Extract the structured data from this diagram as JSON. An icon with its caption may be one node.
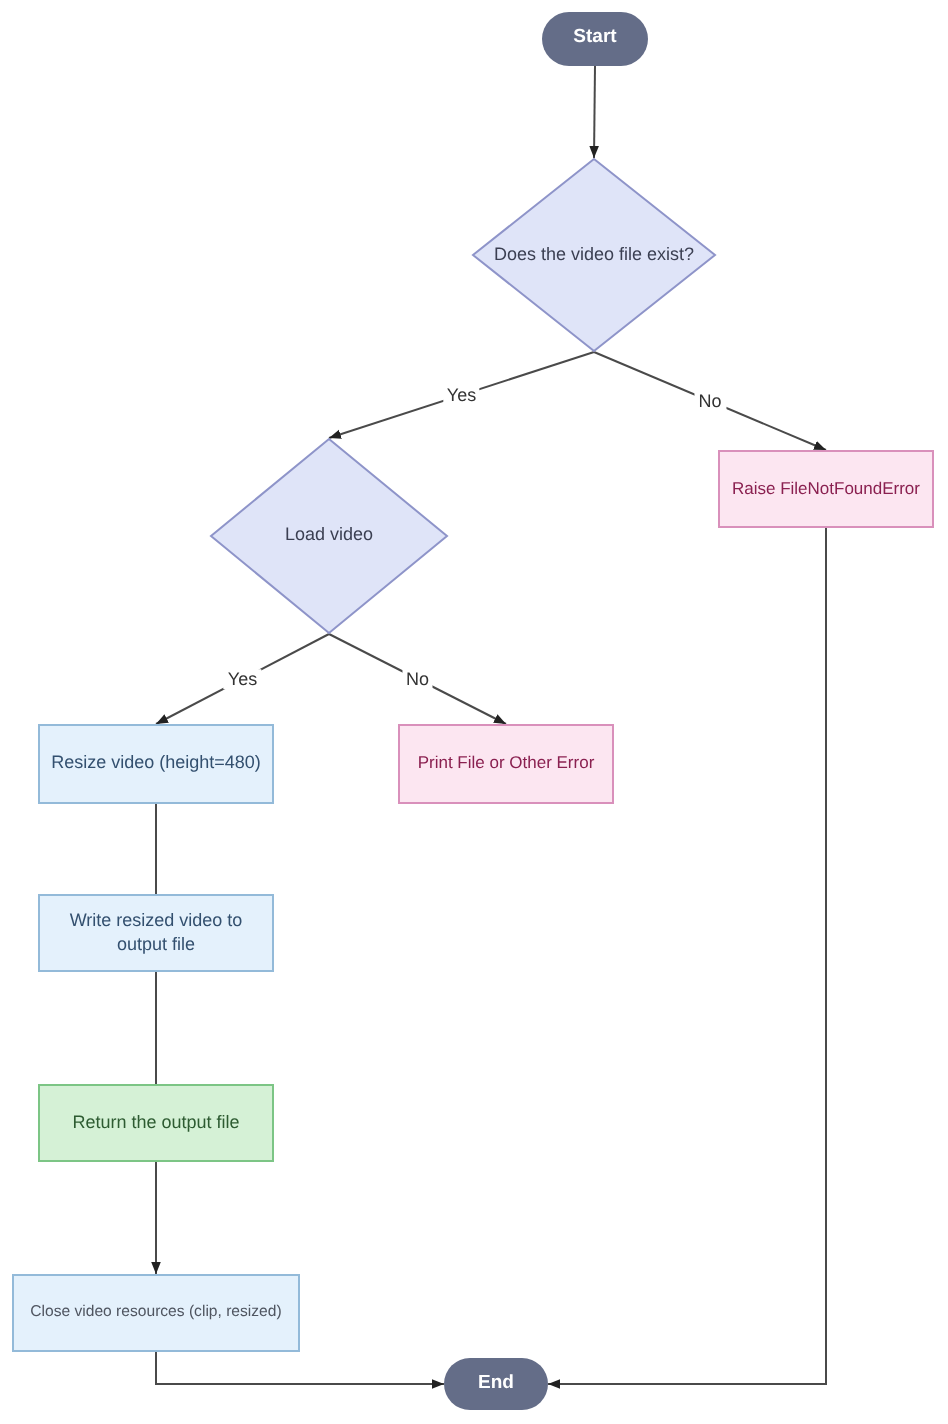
{
  "diagram": {
    "nodes": [
      {
        "text": [
          "Start"
        ]
      },
      {
        "text": [
          "Does the video file exist?"
        ]
      },
      {
        "text": [
          "Load video"
        ]
      },
      {
        "text": [
          "Raise FileNotFoundError"
        ]
      },
      {
        "text": [
          "Resize video (height=480)"
        ]
      },
      {
        "text": [
          "Print File or Other Error"
        ]
      },
      {
        "text": [
          "Write resized video to output file"
        ]
      },
      {
        "text": [
          "Return the output file"
        ]
      },
      {
        "text": [
          "Close video resources (clip, resized)"
        ]
      },
      {
        "text": [
          "End"
        ]
      }
    ],
    "edges": [
      {
        "from": 0,
        "to": 1,
        "arrow": "to"
      },
      {
        "from": 1,
        "to": 2,
        "arrow": "to",
        "label": "Yes"
      },
      {
        "from": 1,
        "to": 3,
        "arrow": "to",
        "label": "No"
      },
      {
        "from": 2,
        "to": 4,
        "arrow": "to",
        "label": "Yes"
      },
      {
        "from": 2,
        "to": 5,
        "arrow": "to",
        "label": "No"
      },
      {
        "from": 4,
        "to": 6,
        "arrow": "none"
      },
      {
        "from": 6,
        "to": 7,
        "arrow": "none"
      },
      {
        "from": 7,
        "to": 8,
        "arrow": "to"
      },
      {
        "from": 8,
        "to": 9,
        "arrow": "to"
      },
      {
        "from": 3,
        "to": 9,
        "arrow": "to"
      }
    ]
  }
}
